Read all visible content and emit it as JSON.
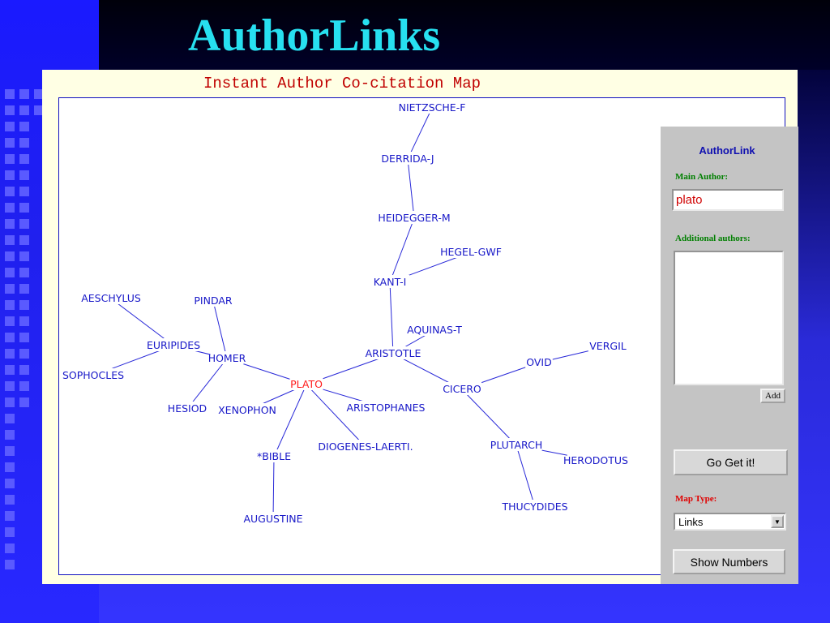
{
  "slide": {
    "title": "AuthorLinks"
  },
  "applet": {
    "title": "Instant Author Co-citation Map"
  },
  "map": {
    "main_author": "PLATO",
    "nodes": [
      {
        "id": "nietzsche",
        "label": "NIETZSCHE-F"
      },
      {
        "id": "derrida",
        "label": "DERRIDA-J"
      },
      {
        "id": "heidegger",
        "label": "HEIDEGGER-M"
      },
      {
        "id": "hegel",
        "label": "HEGEL-GWF"
      },
      {
        "id": "kant",
        "label": "KANT-I"
      },
      {
        "id": "aquinas",
        "label": "AQUINAS-T"
      },
      {
        "id": "aristotle",
        "label": "ARISTOTLE"
      },
      {
        "id": "aeschylus",
        "label": "AESCHYLUS"
      },
      {
        "id": "pindar",
        "label": "PINDAR"
      },
      {
        "id": "euripides",
        "label": "EURIPIDES"
      },
      {
        "id": "homer",
        "label": "HOMER"
      },
      {
        "id": "sophocles",
        "label": "SOPHOCLES"
      },
      {
        "id": "plato",
        "label": "PLATO"
      },
      {
        "id": "hesiod",
        "label": "HESIOD"
      },
      {
        "id": "xenophon",
        "label": "XENOPHON"
      },
      {
        "id": "aristophanes",
        "label": "ARISTOPHANES"
      },
      {
        "id": "bible",
        "label": "*BIBLE"
      },
      {
        "id": "diogenes",
        "label": "DIOGENES-LAERTI."
      },
      {
        "id": "augustine",
        "label": "AUGUSTINE"
      },
      {
        "id": "ovid",
        "label": "OVID"
      },
      {
        "id": "vergil",
        "label": "VERGIL"
      },
      {
        "id": "cicero",
        "label": "CICERO"
      },
      {
        "id": "plutarch",
        "label": "PLUTARCH"
      },
      {
        "id": "herodotus",
        "label": "HERODOTUS"
      },
      {
        "id": "thucydides",
        "label": "THUCYDIDES"
      }
    ],
    "links": [
      [
        "nietzsche",
        "derrida"
      ],
      [
        "derrida",
        "heidegger"
      ],
      [
        "heidegger",
        "kant"
      ],
      [
        "hegel",
        "kant"
      ],
      [
        "kant",
        "aristotle"
      ],
      [
        "aquinas",
        "aristotle"
      ],
      [
        "aristotle",
        "plato"
      ],
      [
        "aristotle",
        "cicero"
      ],
      [
        "aeschylus",
        "euripides"
      ],
      [
        "euripides",
        "sophocles"
      ],
      [
        "euripides",
        "homer"
      ],
      [
        "pindar",
        "homer"
      ],
      [
        "homer",
        "plato"
      ],
      [
        "homer",
        "hesiod"
      ],
      [
        "plato",
        "xenophon"
      ],
      [
        "plato",
        "aristophanes"
      ],
      [
        "plato",
        "diogenes"
      ],
      [
        "plato",
        "bible"
      ],
      [
        "bible",
        "augustine"
      ],
      [
        "cicero",
        "ovid"
      ],
      [
        "ovid",
        "vergil"
      ],
      [
        "cicero",
        "plutarch"
      ],
      [
        "plutarch",
        "herodotus"
      ],
      [
        "plutarch",
        "thucydides"
      ]
    ]
  },
  "panel": {
    "title": "AuthorLink",
    "main_author_label": "Main Author:",
    "main_author_value": "plato",
    "additional_label": "Additional authors:",
    "additional_value": "",
    "add_button": "Add",
    "go_button": "Go Get it!",
    "map_type_label": "Map Type:",
    "map_type_value": "Links",
    "show_numbers_button": "Show Numbers"
  },
  "colors": {
    "title_cyan": "#27e0f0",
    "map_blue": "#1818c8",
    "main_author_red": "#ff1a1a",
    "panel_gray": "#c4c4c4",
    "label_green": "#008000",
    "label_red": "#e00000"
  }
}
